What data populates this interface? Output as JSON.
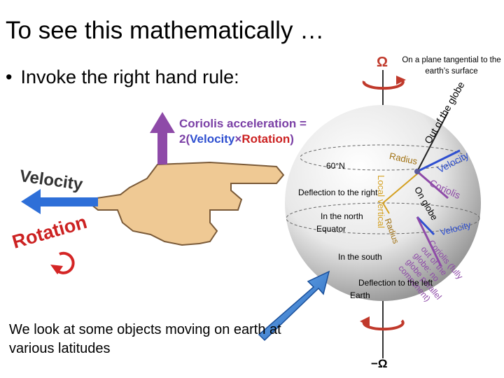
{
  "title": "To see this mathematically …",
  "bullet": {
    "dot": "•",
    "text": "Invoke the right hand rule:"
  },
  "plane_note": "On a plane tangential to the earth’s surface",
  "formula": {
    "line1": "Coriolis acceleration =",
    "two": "2(",
    "velocity": "Velocity",
    "times": "×",
    "rotation": "Rotation",
    "close": ")"
  },
  "hand": {
    "velocity_label": "Velocity",
    "rotation_label": "Rotation"
  },
  "globe": {
    "omega_top": "Ω",
    "omega_bottom": "−Ω",
    "out_of_globe": "Out of the globe",
    "radius_upper": "Radius",
    "velocity_upper": "Velocity",
    "lat_60": "60°N",
    "local_vertical": "Local vertical",
    "coriolis_upper": "Coriolis",
    "on_globe": "On globe",
    "deflection_right": "Deflection to the right",
    "in_north": "In the north",
    "equator": "Equator",
    "radius_lower": "Radius",
    "velocity_lower": "Velocity",
    "coriolis_lower": "Coriolis (fully out of the globe: no globe parallel component)",
    "in_south": "In the south",
    "deflection_left": "Deflection to the left",
    "earth": "Earth"
  },
  "bottom_note": "We look at some objects moving on earth at various latitudes",
  "colors": {
    "purple": "#8e4aa8",
    "blue": "#2e6fd8",
    "red": "#d42525",
    "navy": "#1f3d8a",
    "hand": "#eec896",
    "globe_dark": "#8e8e8e"
  }
}
